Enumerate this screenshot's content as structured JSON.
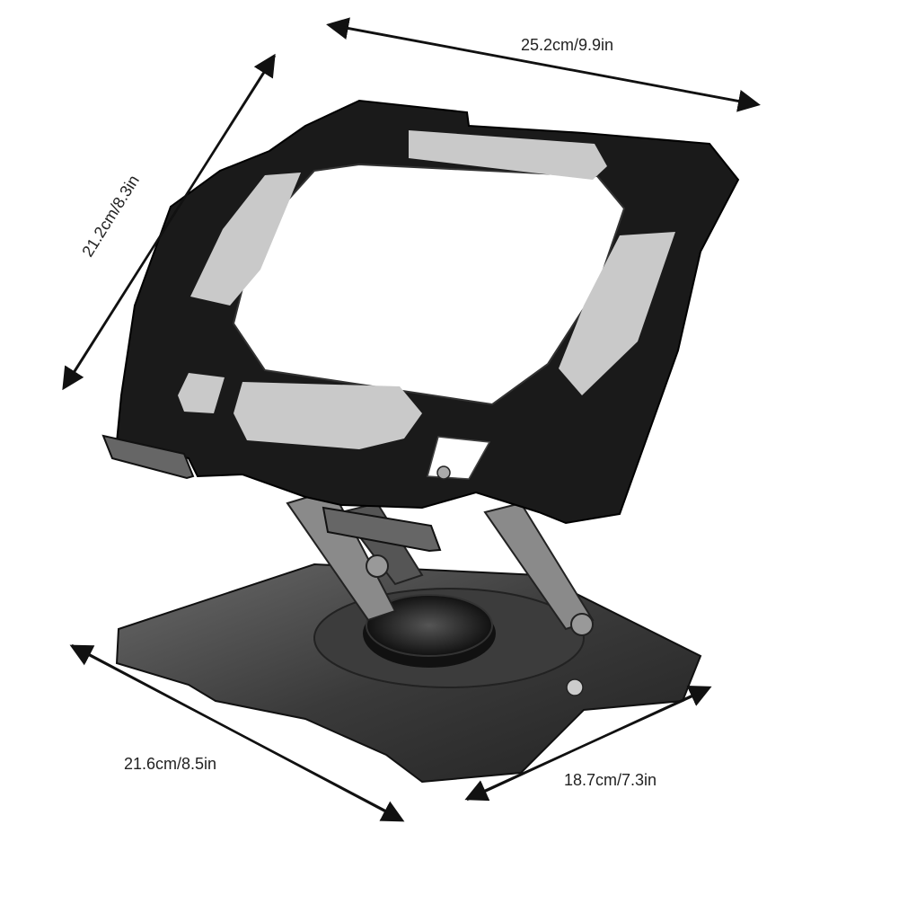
{
  "dimensions": {
    "width": "25.2cm/9.9in",
    "height": "21.2cm/8.3in",
    "base_length": "21.6cm/8.5in",
    "base_depth": "18.7cm/7.3in"
  },
  "colors": {
    "background": "#ffffff",
    "panel": "#1a1a1a",
    "cutout": "#c9c9c9",
    "base": "#4a4a4a",
    "arrow": "#111111"
  }
}
